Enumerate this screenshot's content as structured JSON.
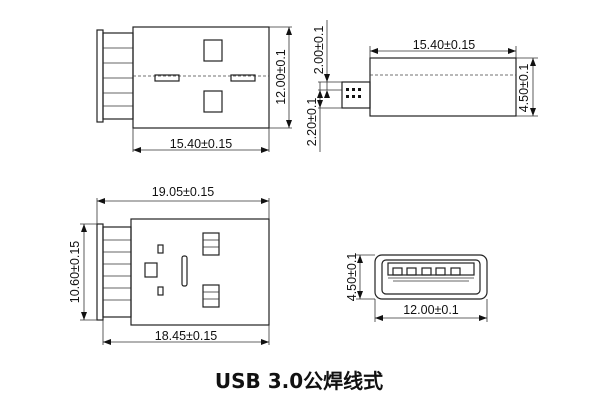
{
  "caption": "USB 3.0公焊线式",
  "top_view": {
    "width_dim": "15.40±0.15",
    "height_dim": "12.00±0.1"
  },
  "side_view": {
    "length_dim": "15.40±0.15",
    "height_dim": "4.50±0.1",
    "pin_offset_dim": "2.00±0.1",
    "pin_height_dim": "2.20±0.1"
  },
  "bottom_view": {
    "overall_length_dim": "19.05±0.15",
    "body_length_dim": "18.45±0.15",
    "flange_height_dim": "10.60±0.15"
  },
  "front_view": {
    "width_dim": "12.00±0.1",
    "height_dim": "4.50±0.1"
  }
}
